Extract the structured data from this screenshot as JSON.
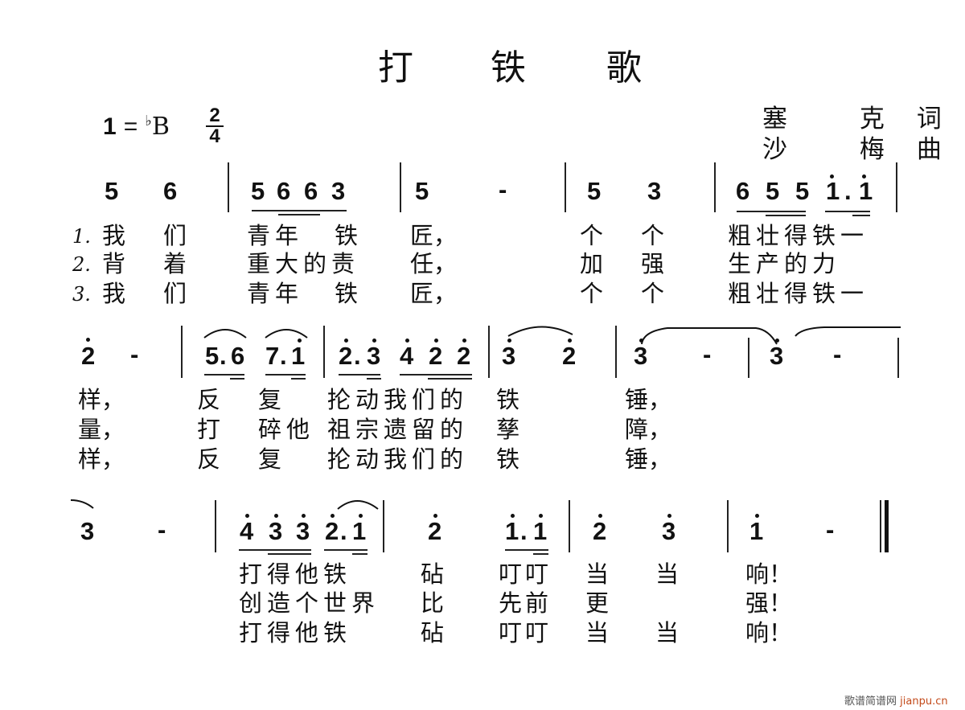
{
  "title": "打 铁 歌",
  "title_chars": [
    "打",
    "铁",
    "歌"
  ],
  "credits": {
    "lyricist": {
      "name": "塞 克",
      "role": "词"
    },
    "composer": {
      "name": "沙 梅",
      "role": "曲"
    }
  },
  "key_signature": {
    "tonic": "1",
    "equals": "=",
    "flat": "♭",
    "note": "B"
  },
  "time_signature": {
    "numerator": "2",
    "denominator": "4"
  },
  "rows": [
    {
      "notes": [
        "5",
        "6",
        "5",
        "6",
        "6",
        "3",
        "5",
        "-",
        "5",
        "3",
        "6",
        "5",
        "5",
        "i",
        ".",
        "i"
      ],
      "lyrics": [
        {
          "verse": "1.",
          "parts": [
            "我",
            "们",
            "青年",
            "铁",
            "匠，",
            "个",
            "个",
            "粗壮得铁一"
          ]
        },
        {
          "verse": "2.",
          "parts": [
            "背",
            "着",
            "重大的责",
            "",
            "任，",
            "加",
            "强",
            "生产的力"
          ]
        },
        {
          "verse": "3.",
          "parts": [
            "我",
            "们",
            "青年",
            "铁",
            "匠，",
            "个",
            "个",
            "粗壮得铁一"
          ]
        }
      ]
    },
    {
      "notes": [
        "2",
        "-",
        "5",
        ".",
        "6",
        "7",
        ".",
        "1",
        "2",
        ".",
        "3",
        "4",
        "2",
        "2",
        "3",
        "2",
        "3",
        "-",
        "3",
        "-"
      ],
      "lyrics": [
        {
          "parts": [
            "样，",
            "反",
            "复",
            "抡动我们的",
            "铁",
            "锤，"
          ]
        },
        {
          "parts": [
            "量，",
            "打",
            "碎他",
            "祖宗遗留的",
            "孳",
            "障，"
          ]
        },
        {
          "parts": [
            "样，",
            "反",
            "复",
            "抡动我们的",
            "铁",
            "锤，"
          ]
        }
      ]
    },
    {
      "notes": [
        "3",
        "-",
        "4",
        "3",
        "3",
        "2",
        ".",
        "1",
        "2",
        "1",
        ".",
        "1",
        "2",
        "3",
        "1",
        "-"
      ],
      "lyrics": [
        {
          "parts": [
            "打得他铁",
            "砧",
            "叮叮",
            "当",
            "当",
            "响！"
          ]
        },
        {
          "parts": [
            "创造个世界",
            "比",
            "先前",
            "更",
            "",
            "强！"
          ]
        },
        {
          "parts": [
            "打得他铁",
            "砧",
            "叮叮",
            "当",
            "当",
            "响！"
          ]
        }
      ]
    }
  ],
  "watermark": {
    "site": "歌谱简谱网",
    "url": "jianpu.cn"
  }
}
